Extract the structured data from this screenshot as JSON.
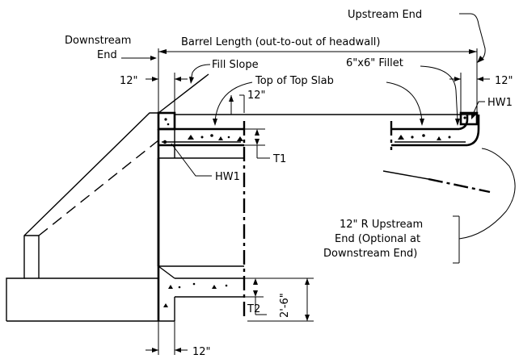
{
  "labels": {
    "upstream_end": "Upstream  End",
    "downstream_end_line1": "Downstream",
    "downstream_end_line2": "End",
    "barrel_length": "Barrel Length (out-to-out of headwall)",
    "fill_slope": "Fill Slope",
    "fillet": "6\"x6\" Fillet",
    "top_of_top_slab": "Top of Top Slab",
    "dim_12_left": "12\"",
    "dim_12_right": "12\"",
    "dim_12_slab": "12\"",
    "dim_12_bottom": "12\"",
    "hw1_left": "HW1",
    "hw1_right": "HW1",
    "t1": "T1",
    "t2": "T2",
    "dim_2_6": "2'-6\"",
    "radius_note_line1": "12\" R Upstream",
    "radius_note_line2": "End (Optional at",
    "radius_note_line3": "Downstream  End)"
  }
}
